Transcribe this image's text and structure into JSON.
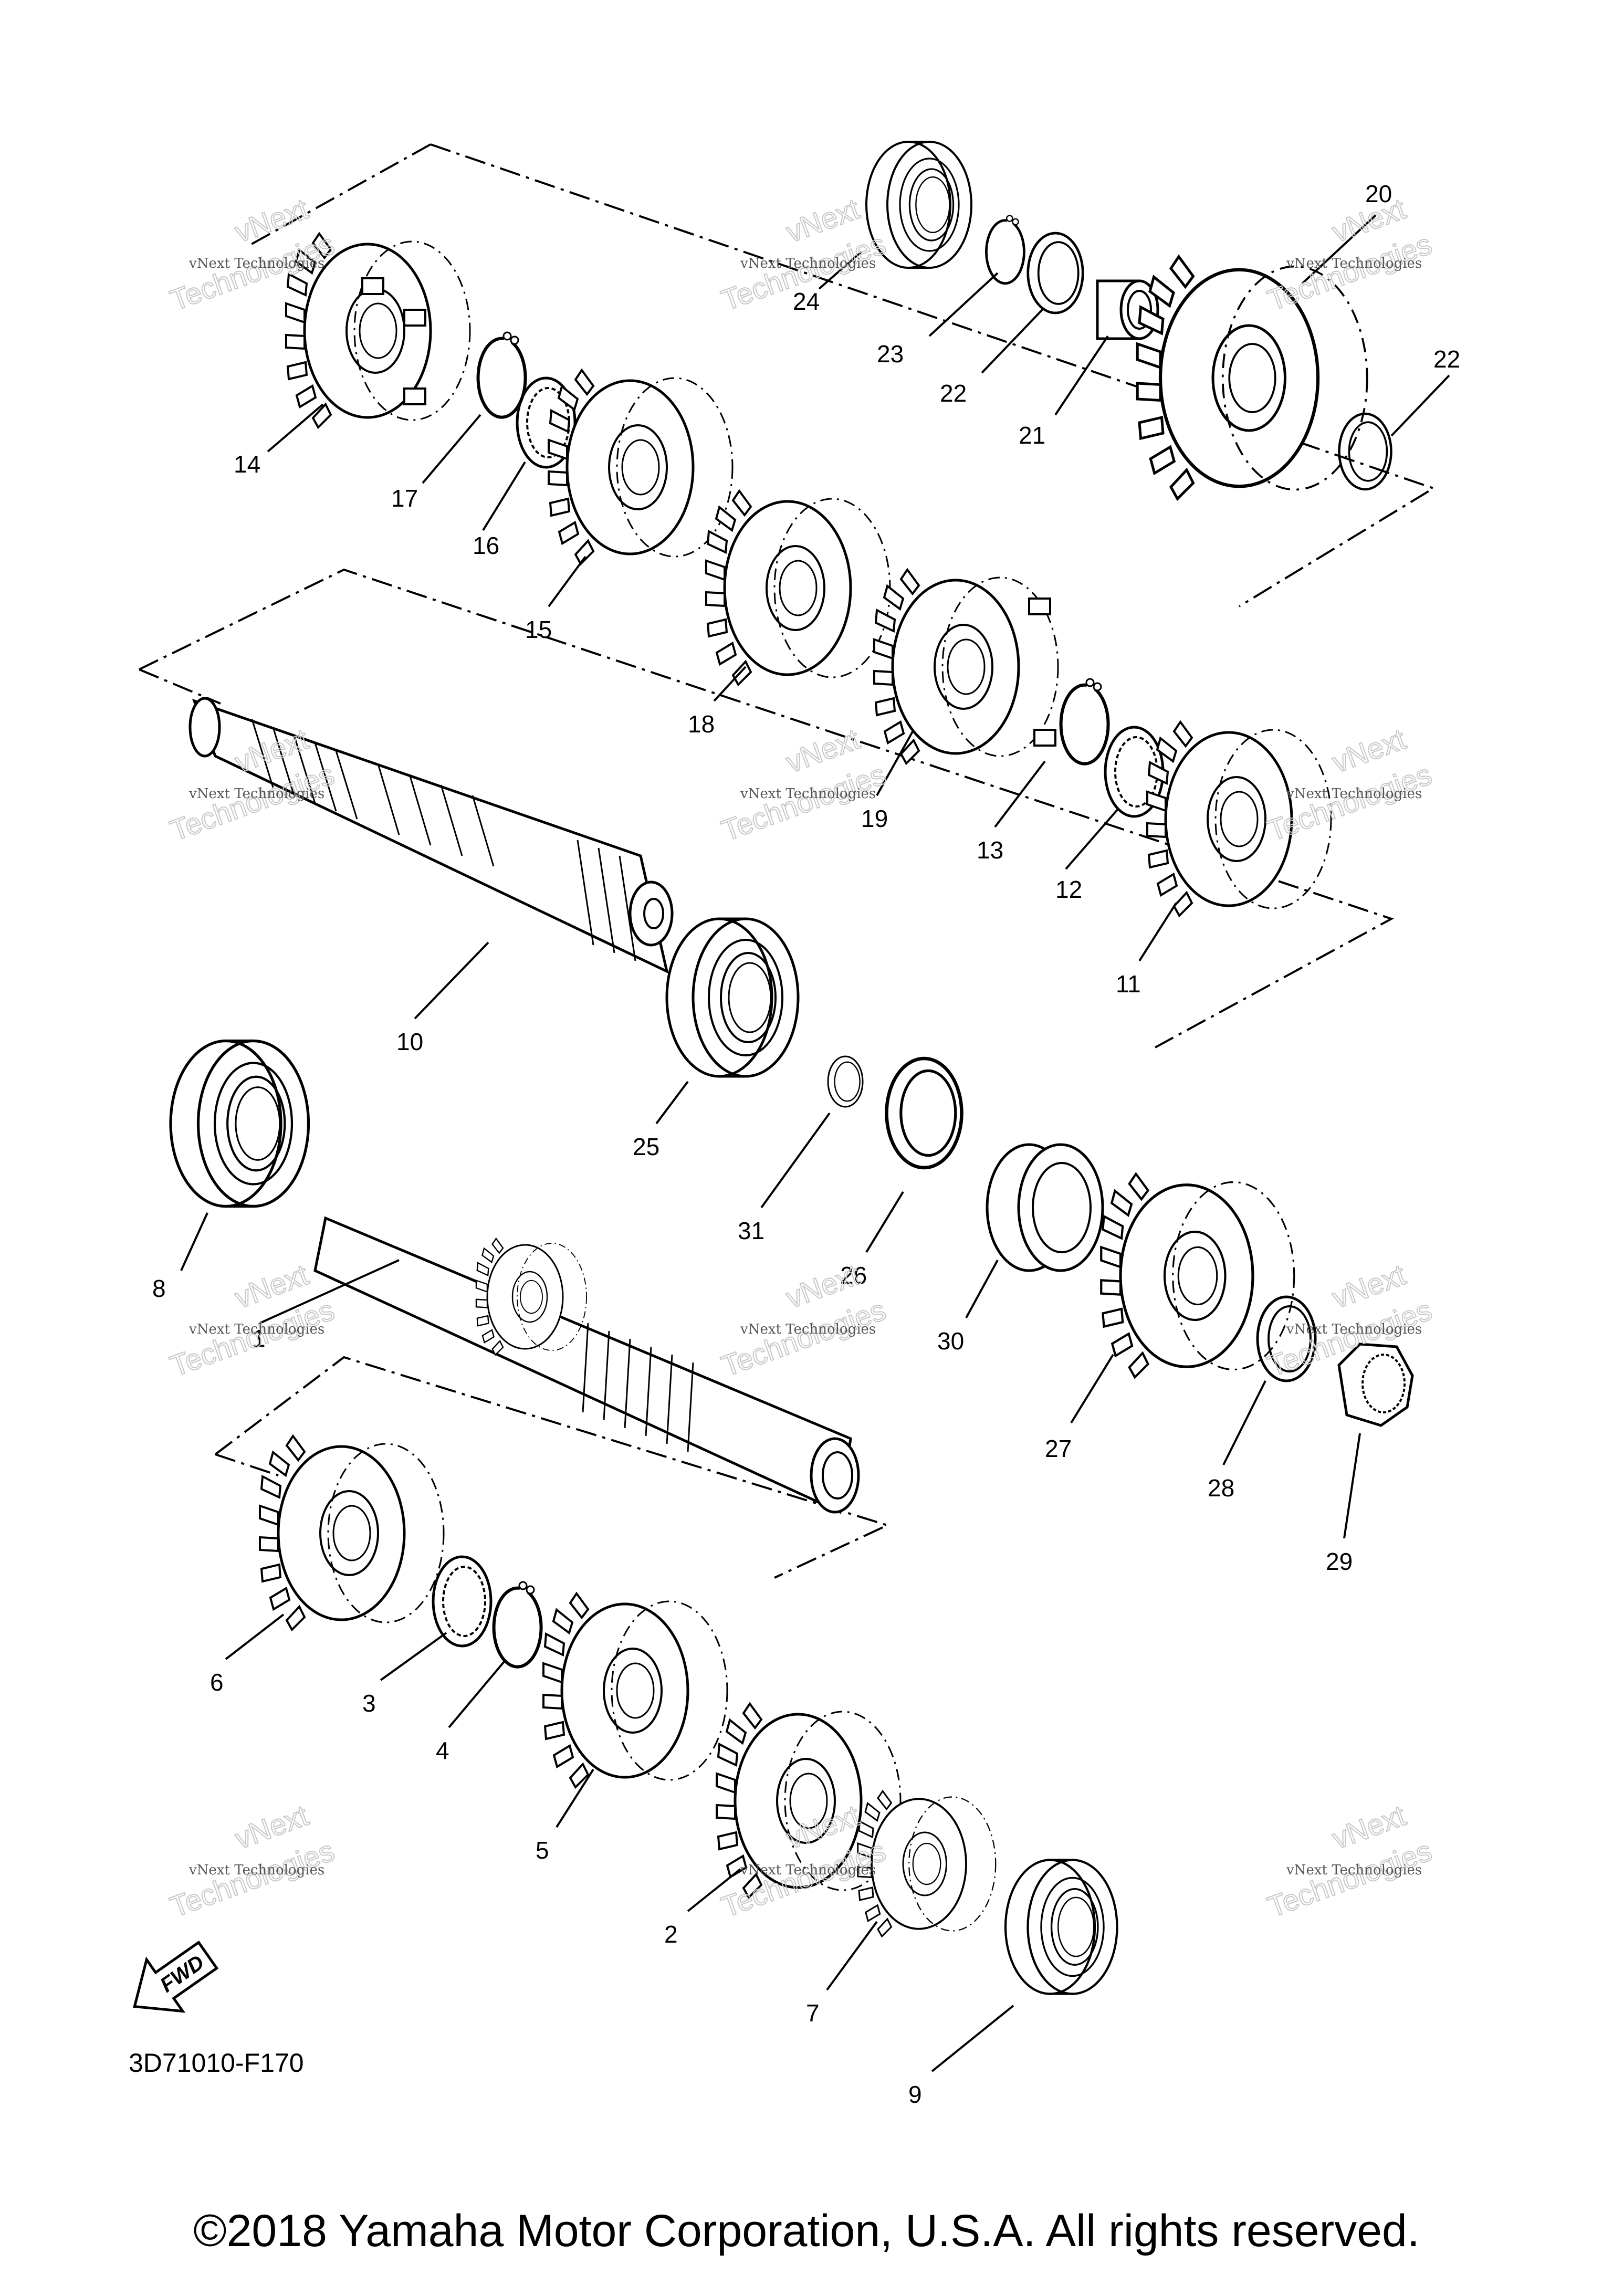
{
  "diagram": {
    "part_numbers": [
      "1",
      "2",
      "3",
      "4",
      "5",
      "6",
      "7",
      "8",
      "9",
      "10",
      "11",
      "12",
      "13",
      "14",
      "15",
      "16",
      "17",
      "18",
      "19",
      "20",
      "21",
      "22",
      "22",
      "23",
      "24",
      "25",
      "26",
      "27",
      "28",
      "29",
      "30",
      "31"
    ],
    "direction_arrow_label": "FWD",
    "watermark_line1": "vNext",
    "watermark_line2": "Technologies",
    "watermark_small": "vNext Technologies",
    "diagram_code": "3D71010-F170",
    "copyright": "©2018 Yamaha Motor Corporation, U.S.A. All rights reserved."
  }
}
